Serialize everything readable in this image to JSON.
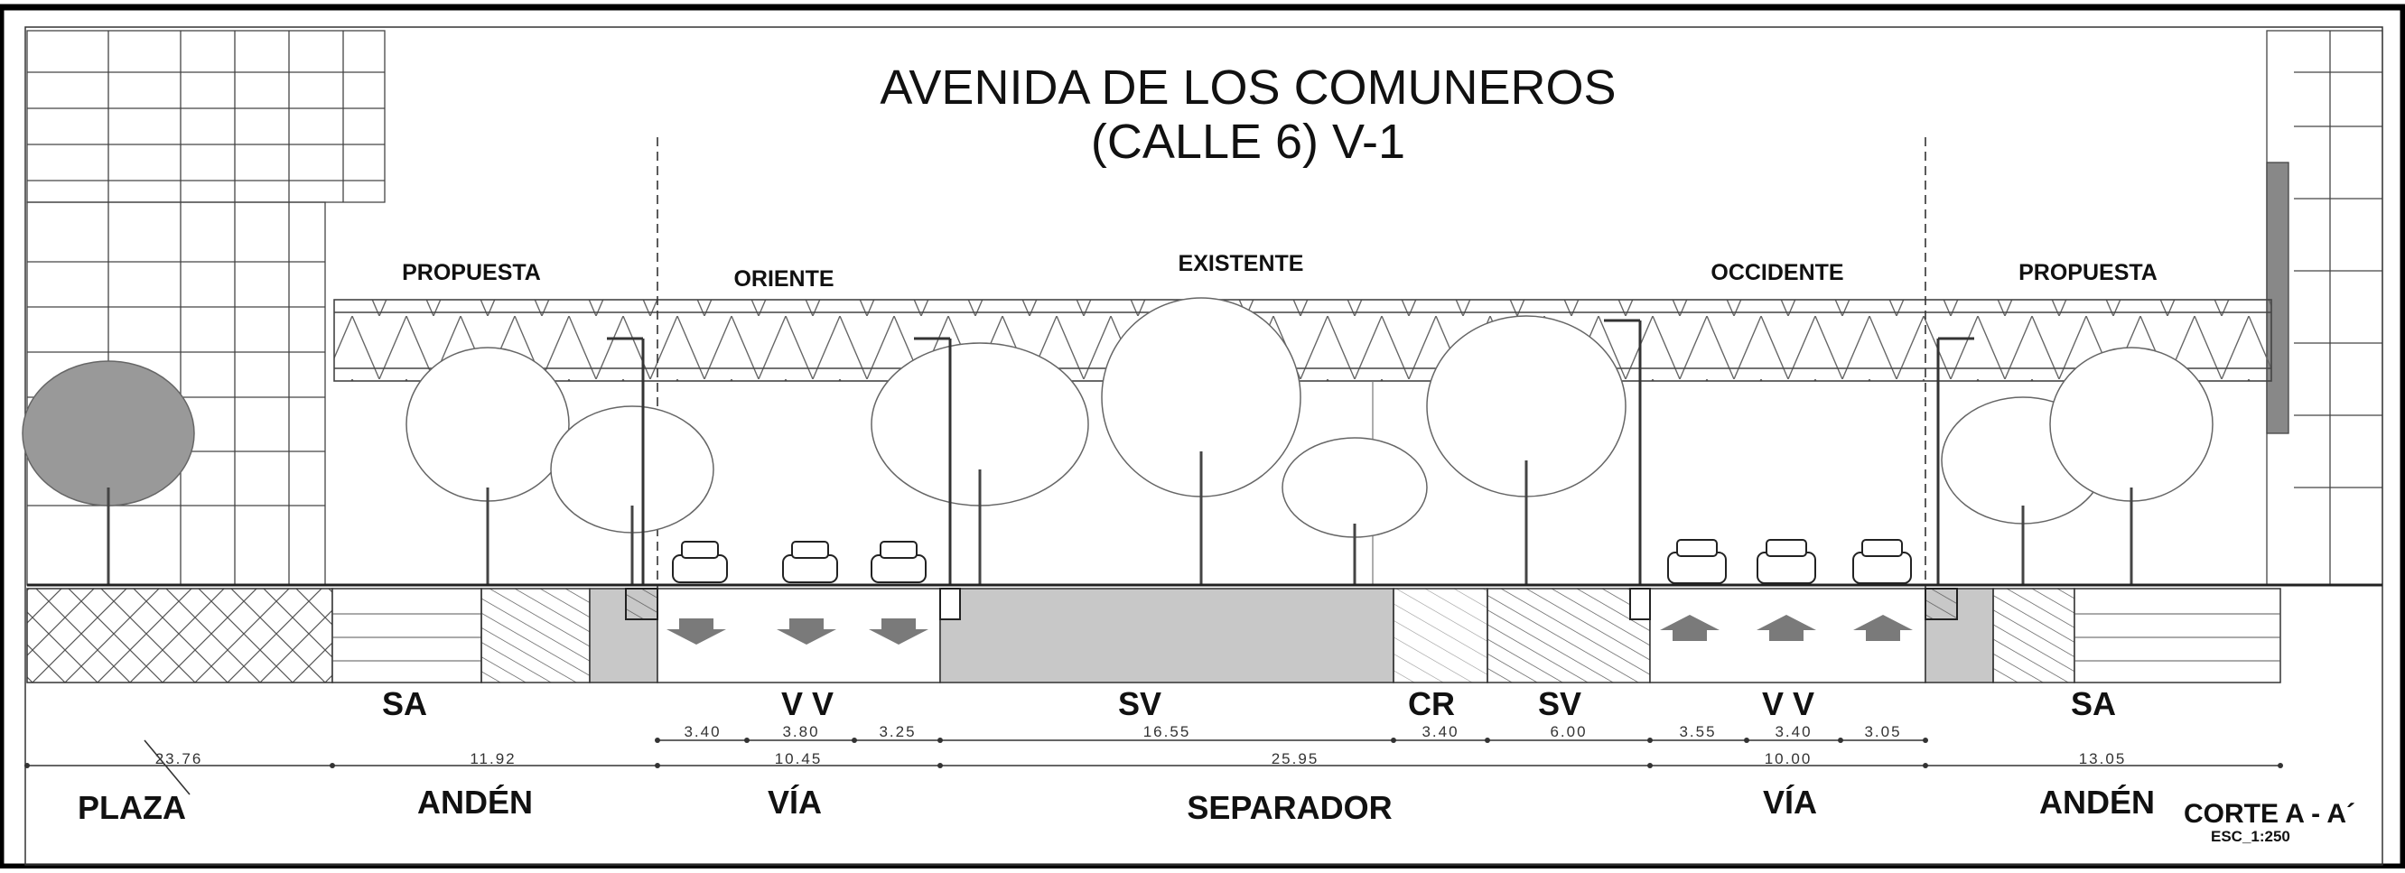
{
  "title": {
    "line1": "AVENIDA DE LOS COMUNEROS",
    "line2": "(CALLE 6) V-1"
  },
  "zones": {
    "propuesta_left": "PROPUESTA",
    "oriente": "ORIENTE",
    "existente": "EXISTENTE",
    "occidente": "OCCIDENTE",
    "propuesta_right": "PROPUESTA"
  },
  "profile_codes": [
    "SA",
    "V V",
    "SV",
    "CR",
    "SV",
    "V V",
    "SA"
  ],
  "dimensions": {
    "sub": [
      "3.40",
      "3.80",
      "3.25",
      "16.55",
      "3.40",
      "6.00",
      "3.55",
      "3.40",
      "3.05"
    ],
    "main": [
      "23.76",
      "11.92",
      "10.45",
      "25.95",
      "10.00",
      "13.05"
    ]
  },
  "categories": [
    "PLAZA",
    "ANDÉN",
    "VÍA",
    "SEPARADOR",
    "VÍA",
    "ANDÉN"
  ],
  "section": {
    "label": "CORTE A - A´",
    "scale": "ESC_1:250"
  },
  "colors": {
    "line": "#222222",
    "ground": "#bdbdbd",
    "hatch": "#555555",
    "arrow": "#7a7a7a"
  }
}
